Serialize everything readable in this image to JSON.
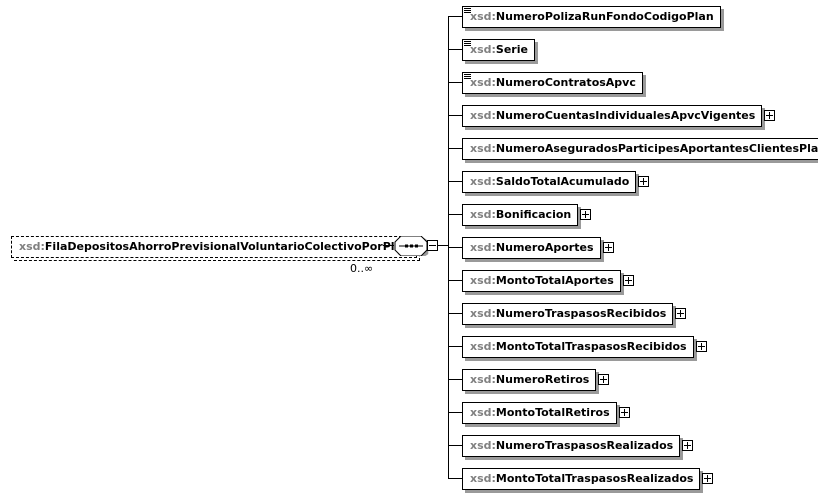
{
  "root": {
    "prefix": "xsd:",
    "name": "FilaDepositosAhorroPrevisionalVoluntarioColectivoPorPlan",
    "occurrence": "0..∞",
    "optional": true,
    "expanded": true
  },
  "compositor": {
    "kind": "sequence",
    "expanded": true
  },
  "children": [
    {
      "prefix": "xsd:",
      "name": "NumeroPolizaRunFondoCodigoPlan",
      "simple": true,
      "expandable": false
    },
    {
      "prefix": "xsd:",
      "name": "Serie",
      "simple": true,
      "expandable": false
    },
    {
      "prefix": "xsd:",
      "name": "NumeroContratosApvc",
      "simple": true,
      "expandable": false
    },
    {
      "prefix": "xsd:",
      "name": "NumeroCuentasIndividualesApvcVigentes",
      "simple": false,
      "expandable": true
    },
    {
      "prefix": "xsd:",
      "name": "NumeroAseguradosParticipesAportantesClientesPlan",
      "simple": false,
      "expandable": true
    },
    {
      "prefix": "xsd:",
      "name": "SaldoTotalAcumulado",
      "simple": false,
      "expandable": true
    },
    {
      "prefix": "xsd:",
      "name": "Bonificacion",
      "simple": false,
      "expandable": true
    },
    {
      "prefix": "xsd:",
      "name": "NumeroAportes",
      "simple": false,
      "expandable": true
    },
    {
      "prefix": "xsd:",
      "name": "MontoTotalAportes",
      "simple": false,
      "expandable": true
    },
    {
      "prefix": "xsd:",
      "name": "NumeroTraspasosRecibidos",
      "simple": false,
      "expandable": true
    },
    {
      "prefix": "xsd:",
      "name": "MontoTotalTraspasosRecibidos",
      "simple": false,
      "expandable": true
    },
    {
      "prefix": "xsd:",
      "name": "NumeroRetiros",
      "simple": false,
      "expandable": true
    },
    {
      "prefix": "xsd:",
      "name": "MontoTotalRetiros",
      "simple": false,
      "expandable": true
    },
    {
      "prefix": "xsd:",
      "name": "NumeroTraspasosRealizados",
      "simple": false,
      "expandable": true
    },
    {
      "prefix": "xsd:",
      "name": "MontoTotalTraspasosRealizados",
      "simple": false,
      "expandable": true
    }
  ]
}
